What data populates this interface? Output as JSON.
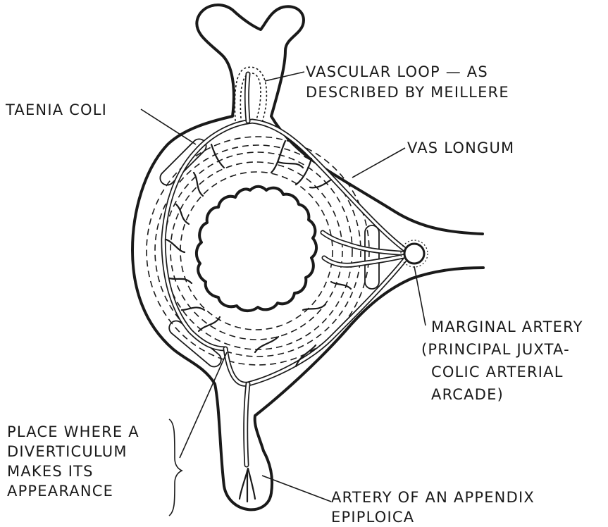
{
  "labels": {
    "vascular_loop_1": "VASCULAR LOOP — AS",
    "vascular_loop_2": "DESCRIBED BY MEILLERE",
    "taenia_coli": "TAENIA COLI",
    "vas_longum": "VAS LONGUM",
    "marginal_artery_1": "MARGINAL ARTERY",
    "marginal_artery_2": "(PRINCIPAL JUXTA-",
    "marginal_artery_3": "COLIC ARTERIAL",
    "marginal_artery_4": "ARCADE)",
    "diverticulum_1": "PLACE WHERE A",
    "diverticulum_2": "DIVERTICULUM",
    "diverticulum_3": "MAKES ITS",
    "diverticulum_4": "APPEARANCE",
    "appendix_1": "ARTERY OF AN APPENDIX",
    "appendix_2": "EPIPLOICA"
  },
  "colors": {
    "ink": "#1a1a1a",
    "background": "#ffffff"
  }
}
